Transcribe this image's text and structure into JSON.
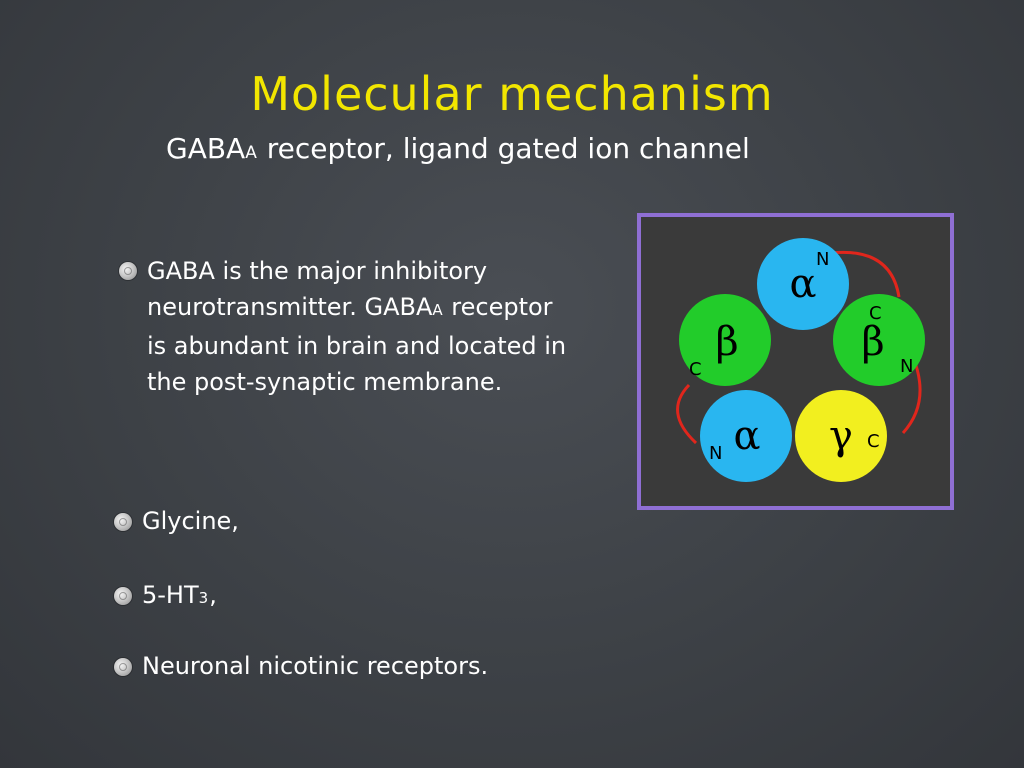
{
  "slide": {
    "title": "Molecular mechanism",
    "subtitle": {
      "prefix": "GABA",
      "sub": "A",
      "rest": " receptor, ligand gated ion channel"
    },
    "bullets": [
      {
        "part1": "GABA is the major inhibitory neurotransmitter. GABA",
        "sub": "A",
        "part2": " receptor is abundant in brain and located in the post-synaptic membrane."
      },
      {
        "text": "Glycine,"
      },
      {
        "part1": "5-HT",
        "sub": "3",
        "part2": ","
      },
      {
        "text": "Neuronal nicotinic receptors."
      }
    ]
  },
  "diagram": {
    "subunits": [
      {
        "symbol": "α",
        "color": "#29b6f0"
      },
      {
        "symbol": "β",
        "color": "#22cc2a"
      },
      {
        "symbol": "β",
        "color": "#22cc2a"
      },
      {
        "symbol": "α",
        "color": "#29b6f0"
      },
      {
        "symbol": "γ",
        "color": "#f2ef1f"
      }
    ],
    "terminal_labels": [
      "N",
      "C",
      "N",
      "C",
      "N",
      "C"
    ],
    "linker_color": "#e0261c",
    "frame_color": "#8f6fd4"
  }
}
